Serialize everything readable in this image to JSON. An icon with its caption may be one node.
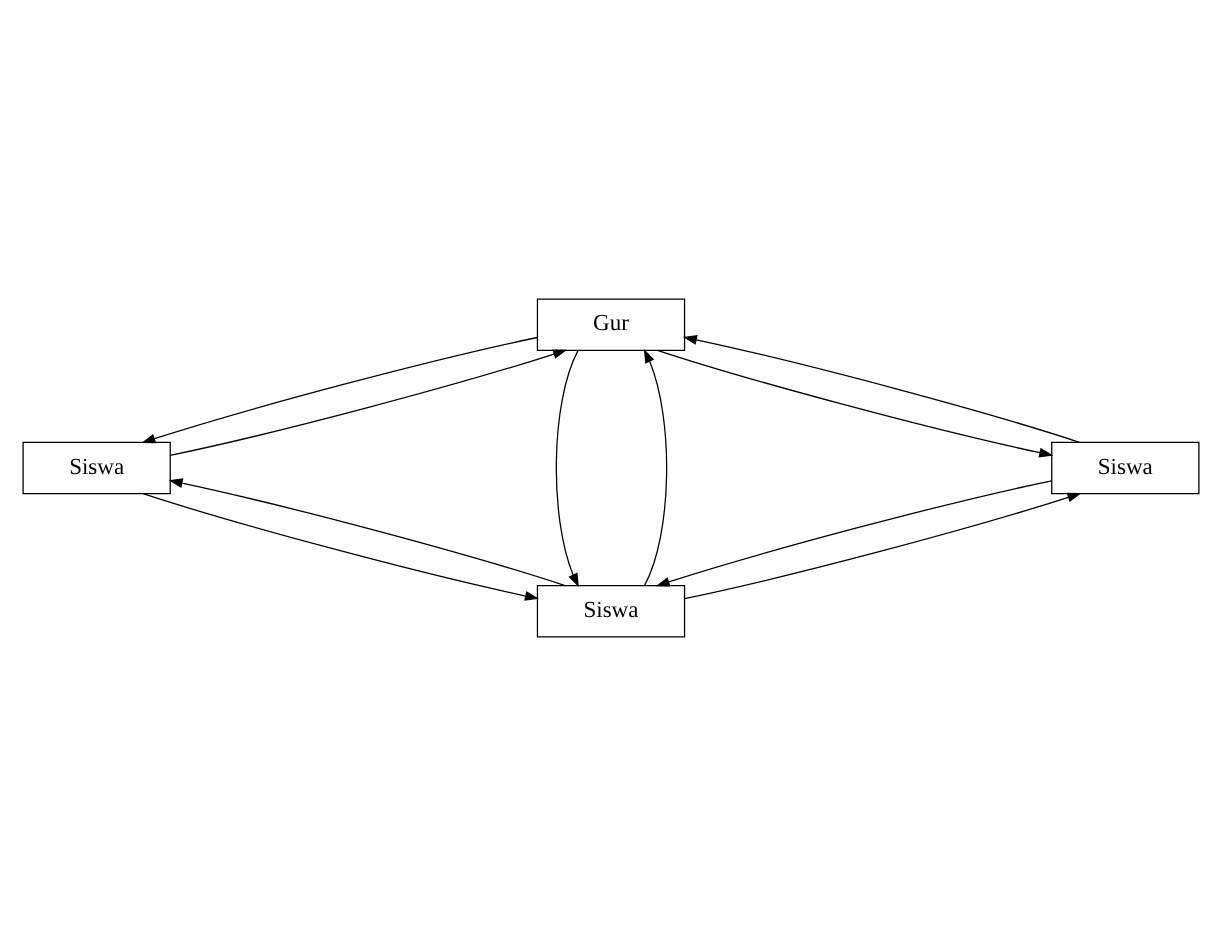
{
  "diagram": {
    "nodes": [
      {
        "text": [
          "Gur"
        ]
      },
      {
        "text": [
          "Siswa"
        ]
      },
      {
        "text": [
          "Siswa"
        ]
      },
      {
        "text": [
          "Siswa"
        ]
      }
    ],
    "edges": [
      {
        "from": 0,
        "to": 1,
        "arrow": "to"
      },
      {
        "from": 1,
        "to": 0,
        "arrow": "to"
      },
      {
        "from": 0,
        "to": 2,
        "arrow": "to"
      },
      {
        "from": 2,
        "to": 0,
        "arrow": "to"
      },
      {
        "from": 3,
        "to": 0,
        "arrow": "to"
      },
      {
        "from": 0,
        "to": 3,
        "arrow": "to"
      },
      {
        "from": 1,
        "to": 3,
        "arrow": "to"
      },
      {
        "from": 3,
        "to": 1,
        "arrow": "to"
      },
      {
        "from": 3,
        "to": 2,
        "arrow": "to"
      },
      {
        "from": 2,
        "to": 3,
        "arrow": "to"
      }
    ]
  }
}
